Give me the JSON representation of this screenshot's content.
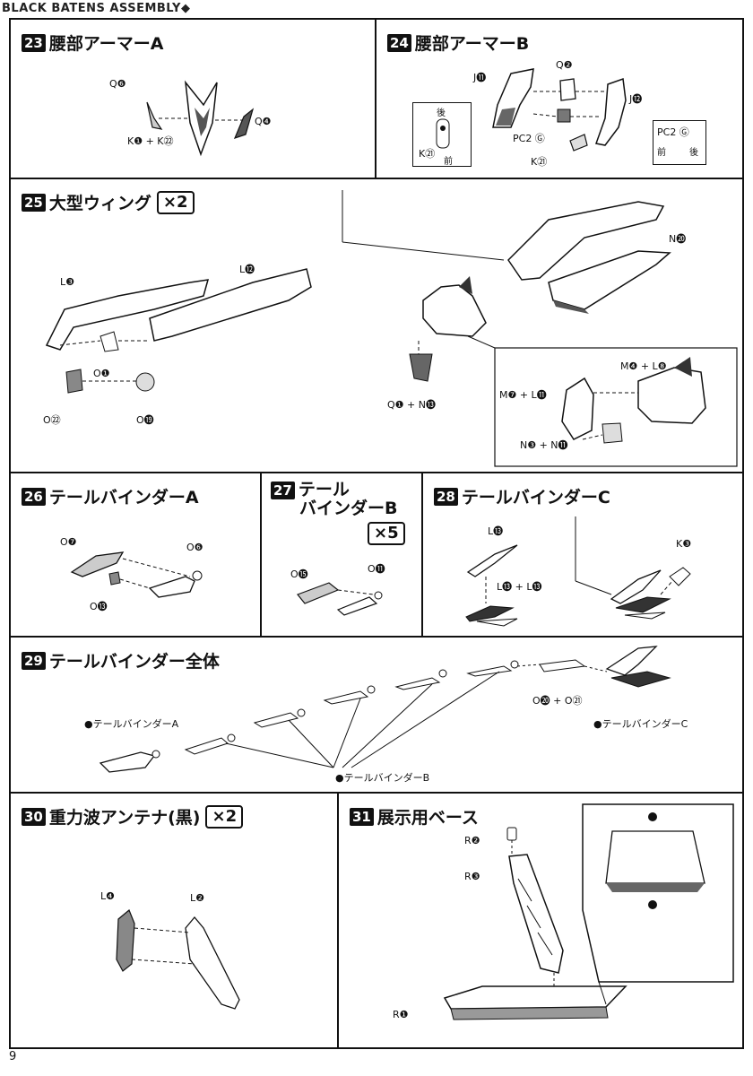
{
  "header": {
    "text": "BLACK BATENS ASSEMBLY◆"
  },
  "page_number": "9",
  "steps": {
    "s23": {
      "num": "23",
      "title": "腰部アーマーA",
      "labels": [
        "Q❻",
        "Q❹",
        "K❶ + K㉒"
      ]
    },
    "s24": {
      "num": "24",
      "title": "腰部アーマーB",
      "labels": [
        "Q❷",
        "J⓫",
        "J⓬",
        "PC2 Ⓖ",
        "K㉑",
        "後",
        "前",
        "K㉑",
        "PC2 Ⓖ",
        "前",
        "後"
      ]
    },
    "s25": {
      "num": "25",
      "title": "大型ウィング",
      "mult": "×2",
      "labels": [
        "L❸",
        "L⓬",
        "O❶",
        "O㉒",
        "O⓳",
        "N⓴",
        "Q❶ + N⓭",
        "M❹ + L❽",
        "M❼ + L⓫",
        "N❸ + N⓫"
      ]
    },
    "s26": {
      "num": "26",
      "title": "テールバインダーA",
      "labels": [
        "O❼",
        "O❻",
        "O⓭"
      ]
    },
    "s27": {
      "num": "27",
      "title_line1": "テール",
      "title_line2": "バインダーB",
      "mult": "×5",
      "labels": [
        "O⓯",
        "O⓫"
      ]
    },
    "s28": {
      "num": "28",
      "title": "テールバインダーC",
      "labels": [
        "L⓭",
        "L⓭ + L⓭",
        "K❸"
      ]
    },
    "s29": {
      "num": "29",
      "title": "テールバインダー全体",
      "labels": [
        "●テールバインダーA",
        "●テールバインダーB",
        "●テールバインダーC",
        "O⓴ + O㉑"
      ]
    },
    "s30": {
      "num": "30",
      "title": "重力波アンテナ(黒)",
      "mult": "×2",
      "labels": [
        "L❹",
        "L❷"
      ]
    },
    "s31": {
      "num": "31",
      "title": "展示用ベース",
      "labels": [
        "R❷",
        "R❸",
        "R❶"
      ]
    }
  }
}
